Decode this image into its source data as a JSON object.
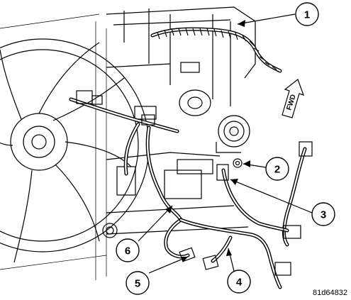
{
  "figure_id": "81d64832",
  "fwd_label": "FWD",
  "callouts": [
    {
      "number": "1"
    },
    {
      "number": "2"
    },
    {
      "number": "3"
    },
    {
      "number": "4"
    },
    {
      "number": "5"
    },
    {
      "number": "6"
    }
  ]
}
